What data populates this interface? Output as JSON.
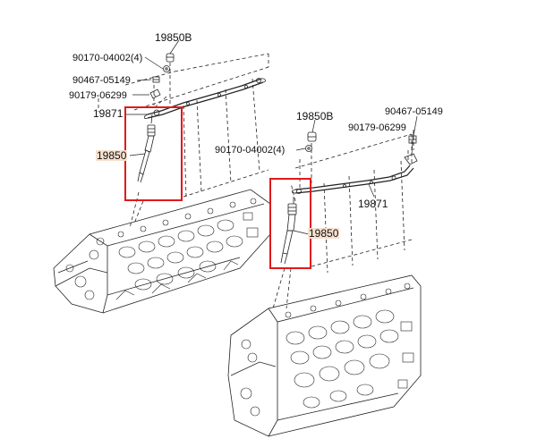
{
  "parts": {
    "left": {
      "cap": "19850B",
      "bolt": "90170-04002(4)",
      "nut": "90467-05149",
      "clamp": "90179-06299",
      "busbar": "19871",
      "glow_plug": "19850"
    },
    "right": {
      "cap": "19850B",
      "bolt": "90170-04002(4)",
      "nut": "90467-05149",
      "clamp": "90179-06299",
      "busbar": "19871",
      "glow_plug": "19850"
    }
  },
  "colors": {
    "highlight_box": "#e01a1a",
    "label_highlight": "#f6e0cf",
    "line": "#222222"
  }
}
